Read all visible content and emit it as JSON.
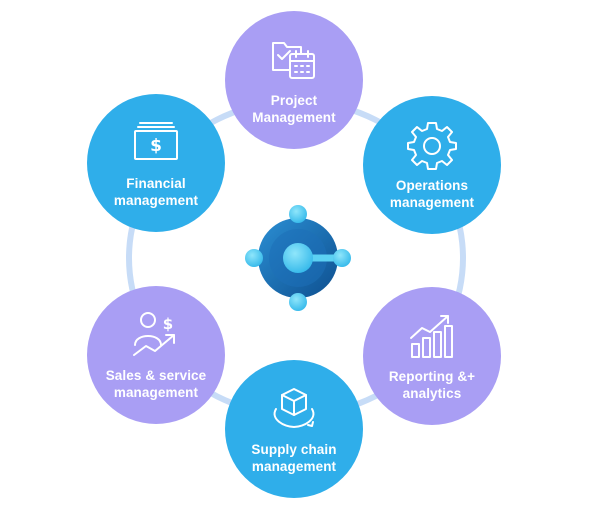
{
  "colors": {
    "ring": "#c7dcf7",
    "purple_node": "#a99ef4",
    "blue_node": "#2faeea",
    "hub_dark": "#1668a8",
    "hub_light": "#5cd1f3"
  },
  "center": {
    "icon": "dynamics-365-business-central-logo"
  },
  "nodes": {
    "project": {
      "label": "Project\nManagement",
      "icon": "folder-calendar-icon"
    },
    "operations": {
      "label": "Operations\nmanagement",
      "icon": "gear-icon"
    },
    "reporting": {
      "label": "Reporting &+\nanalytics",
      "icon": "bar-chart-trend-icon"
    },
    "supply": {
      "label": "Supply chain\nmanagement",
      "icon": "box-cycle-icon"
    },
    "sales": {
      "label": "Sales & service\nmanagement",
      "icon": "person-dollar-trend-icon"
    },
    "financial": {
      "label": "Financial\nmanagement",
      "icon": "banknote-stack-icon"
    }
  }
}
